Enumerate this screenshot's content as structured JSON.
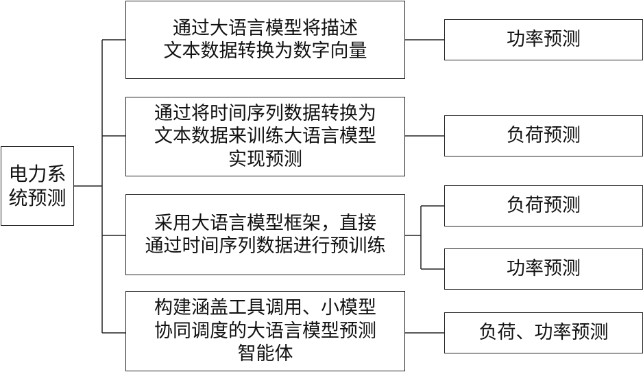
{
  "root": {
    "label": "电力系\n统预测"
  },
  "methods": [
    {
      "label": "通过大语言模型将描述\n文本数据转换为数字向量"
    },
    {
      "label": "通过将时间序列数据转换为\n文本数据来训练大语言模型\n实现预测"
    },
    {
      "label": "采用大语言模型框架，直接\n通过时间序列数据进行预训练"
    },
    {
      "label": "构建涵盖工具调用、小模型\n协同调度的大语言模型预测\n智能体"
    }
  ],
  "results": [
    {
      "label": "功率预测"
    },
    {
      "label": "负荷预测"
    },
    {
      "label": "负荷预测"
    },
    {
      "label": "功率预测"
    },
    {
      "label": "负荷、功率预测"
    }
  ]
}
